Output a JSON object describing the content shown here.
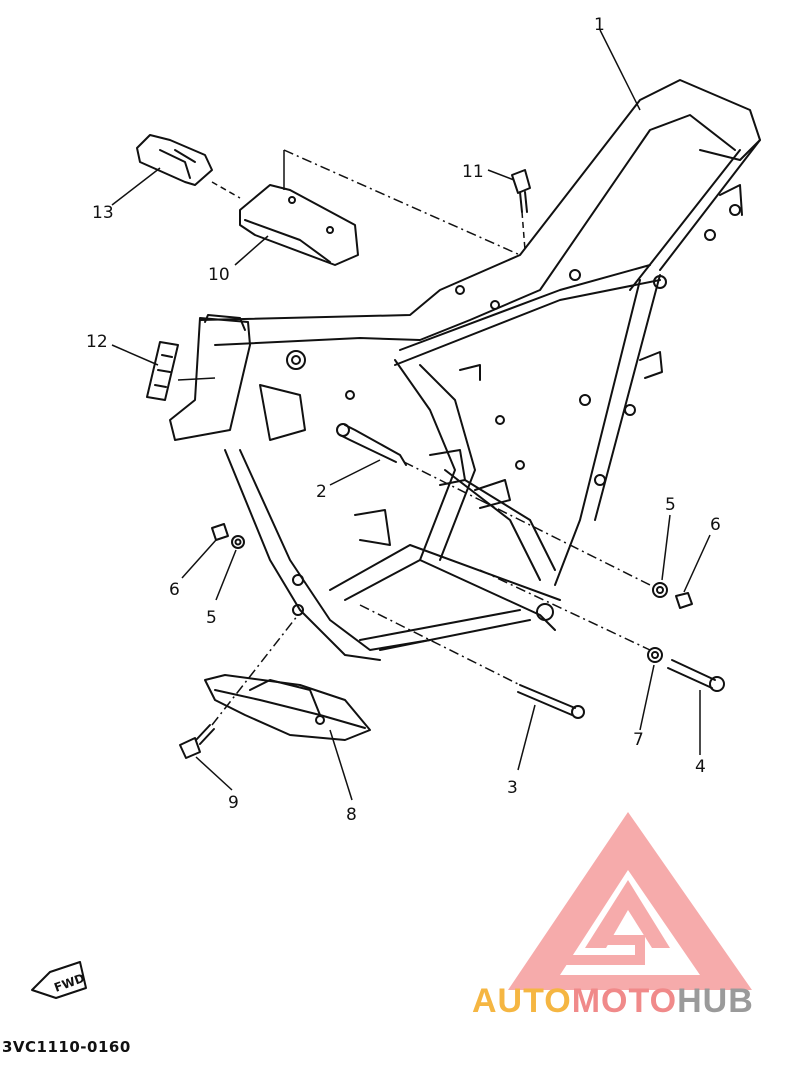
{
  "diagram": {
    "callouts": [
      {
        "id": "c1",
        "label": "1"
      },
      {
        "id": "c2",
        "label": "2"
      },
      {
        "id": "c3",
        "label": "3"
      },
      {
        "id": "c4",
        "label": "4"
      },
      {
        "id": "c5a",
        "label": "5"
      },
      {
        "id": "c5b",
        "label": "5"
      },
      {
        "id": "c6a",
        "label": "6"
      },
      {
        "id": "c6b",
        "label": "6"
      },
      {
        "id": "c7",
        "label": "7"
      },
      {
        "id": "c8",
        "label": "8"
      },
      {
        "id": "c9",
        "label": "9"
      },
      {
        "id": "c10",
        "label": "10"
      },
      {
        "id": "c11",
        "label": "11"
      },
      {
        "id": "c12",
        "label": "12"
      },
      {
        "id": "c13",
        "label": "13"
      }
    ],
    "fwd_label": "FWD",
    "doc_code": "3VC1110-0160"
  },
  "watermark": {
    "part1": "AUTO",
    "part2": "MOTO",
    "part3": "HUB",
    "colors": {
      "orange": "#f5b642",
      "red": "#f08a8a",
      "gray": "#9a9a9a",
      "triangle": "#f6a3a3"
    }
  }
}
